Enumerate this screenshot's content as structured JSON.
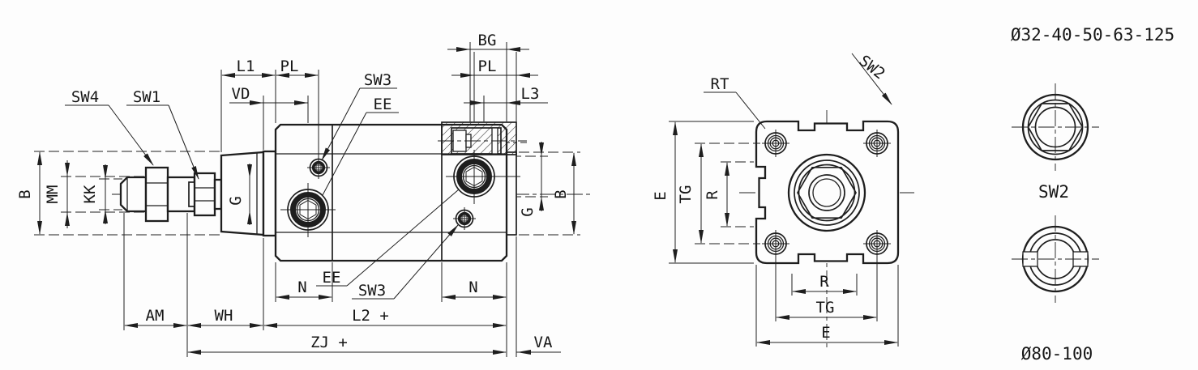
{
  "colors": {
    "ink": "#1e1e1e",
    "paper": "#fdfdfd"
  },
  "side_view": {
    "labels": {
      "sw4": "SW4",
      "sw1": "SW1",
      "b_left": "B",
      "mm": "MM",
      "kk": "KK",
      "g_cap": "G",
      "l1": "L1",
      "pl_front": "PL",
      "vd": "VD",
      "sw3_top": "SW3",
      "ee_top": "EE",
      "bg": "BG",
      "pl_rear": "PL",
      "l3": "L3",
      "g_rear": "G",
      "b_right": "B",
      "n_left": "N",
      "n_right": "N",
      "ee_bottom": "EE",
      "sw3_bottom": "SW3",
      "am": "AM",
      "wh": "WH",
      "l2": "L2 +",
      "zj": "ZJ +",
      "va": "VA"
    }
  },
  "front_view": {
    "labels": {
      "rt": "RT",
      "sw2": "SW2",
      "e_left": "E",
      "tg_left": "TG",
      "r_left": "R",
      "r_bottom": "R",
      "tg_bottom": "TG",
      "e_bottom": "E"
    }
  },
  "details": {
    "size_range_title": "Ø32-40-50-63-125",
    "sw2_caption": "SW2",
    "size_range_bottom": "Ø80-100"
  }
}
